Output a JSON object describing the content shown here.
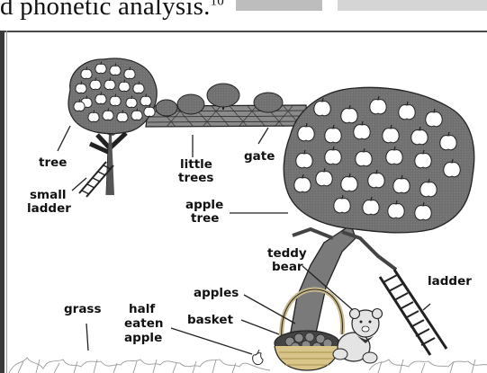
{
  "header": {
    "text_fragment": "d phonetic analysis.",
    "footnote_mark": "10"
  },
  "labels": {
    "tree": "tree",
    "small_ladder": [
      "small",
      "ladder"
    ],
    "little_trees": [
      "little",
      "trees"
    ],
    "gate": "gate",
    "apple_tree": [
      "apple",
      "tree"
    ],
    "teddy_bear": [
      "teddy",
      "bear"
    ],
    "ladder": "ladder",
    "apples": "apples",
    "grass": "grass",
    "half_eaten_apple": [
      "half",
      "eaten",
      "apple"
    ],
    "basket": "basket"
  }
}
